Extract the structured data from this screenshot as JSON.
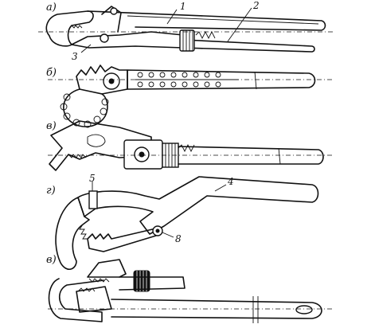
{
  "figures": [
    {
      "id": "a",
      "letter": "а)"
    },
    {
      "id": "b",
      "letter": "б)"
    },
    {
      "id": "v",
      "letter": "в)"
    },
    {
      "id": "g",
      "letter": "г)"
    },
    {
      "id": "d",
      "letter": "в)"
    }
  ],
  "callouts": [
    "1",
    "2",
    "3",
    "4",
    "5",
    "8"
  ]
}
